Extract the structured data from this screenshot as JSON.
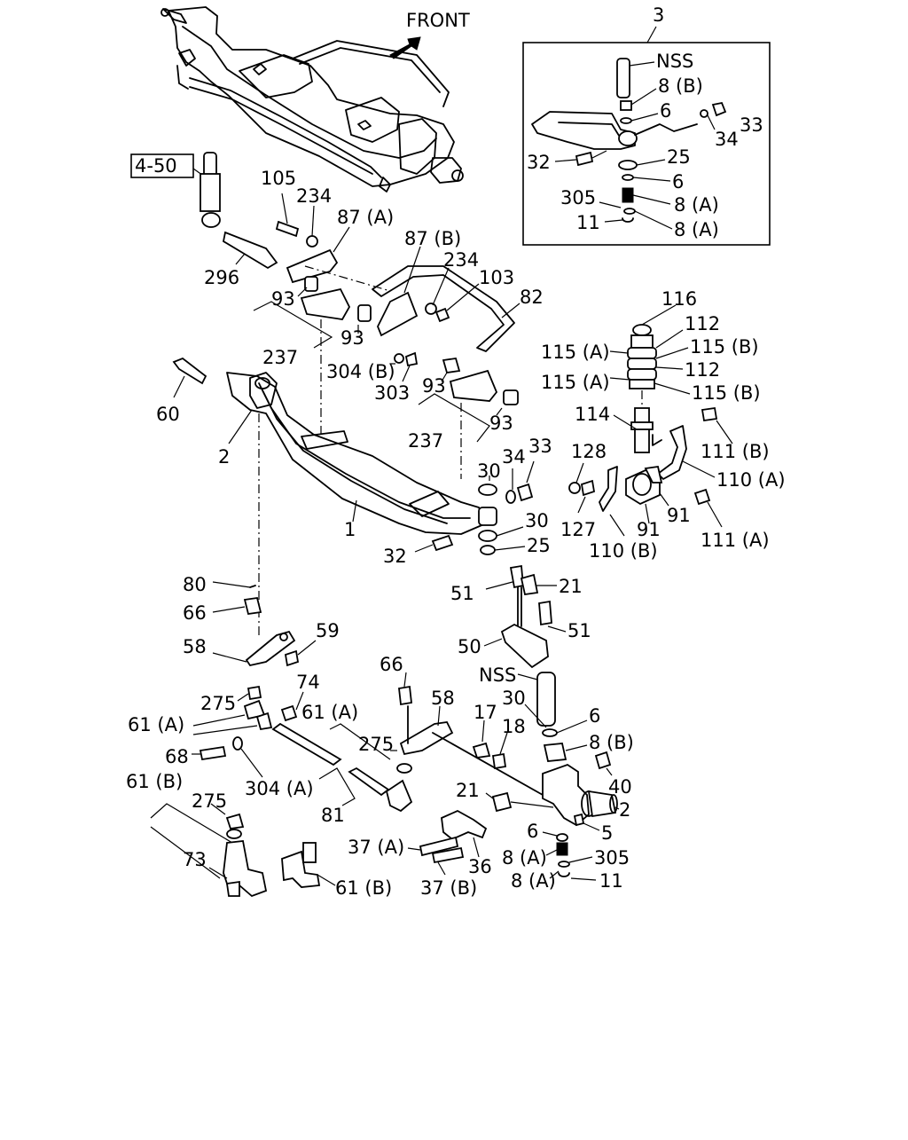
{
  "labels": {
    "front": "FRONT",
    "ref_4_50": "4-50",
    "l3": "3",
    "nss_a": "NSS",
    "l8b_a": "8 (B)",
    "l6_a": "6",
    "l33_a": "33",
    "l34_a": "34",
    "l32_a": "32",
    "l25_a": "25",
    "l6_b": "6",
    "l305_a": "305",
    "l8a_a": "8 (A)",
    "l11_a": "11",
    "l8a_b": "8 (A)",
    "l105": "105",
    "l234_a": "234",
    "l87a": "87 (A)",
    "l87b": "87 (B)",
    "l234_b": "234",
    "l103": "103",
    "l82": "82",
    "l296": "296",
    "l93_a": "93",
    "l93_b": "93",
    "l237_a": "237",
    "l304b": "304 (B)",
    "l303": "303",
    "l116": "116",
    "l112_a": "112",
    "l115a_a": "115 (A)",
    "l115b_a": "115 (B)",
    "l112_b": "112",
    "l115a_b": "115 (A)",
    "l115b_b": "115 (B)",
    "l60": "60",
    "l93_c": "93",
    "l93_d": "93",
    "l237_b": "237",
    "l2_a": "2",
    "l114": "114",
    "l111b": "111 (B)",
    "l128": "128",
    "l110a": "110 (A)",
    "l30_a": "30",
    "l34_b": "34",
    "l33_b": "33",
    "l1": "1",
    "l127": "127",
    "l91_a": "91",
    "l91_b": "91",
    "l111a": "111 (A)",
    "l30_b": "30",
    "l25_b": "25",
    "l32_b": "32",
    "l110b": "110 (B)",
    "l80": "80",
    "l21_a": "21",
    "l51_a": "51",
    "l66_a": "66",
    "l51_b": "51",
    "l59": "59",
    "l58_a": "58",
    "l50": "50",
    "l66_b": "66",
    "nss_b": "NSS",
    "l74": "74",
    "l275_a": "275",
    "l58_b": "58",
    "l30_c": "30",
    "l61a_a": "61 (A)",
    "l61a_b": "61 (A)",
    "l17": "17",
    "l18": "18",
    "l6_c": "6",
    "l275_b": "275",
    "l68": "68",
    "l8b_b": "8 (B)",
    "l304a": "304 (A)",
    "l40": "40",
    "l61b_a": "61 (B)",
    "l21_b": "21",
    "l2_b": "2",
    "l275_c": "275",
    "l81": "81",
    "l5": "5",
    "l6_d": "6",
    "l37a": "37 (A)",
    "l8a_c": "8 (A)",
    "l305_b": "305",
    "l73": "73",
    "l36": "36",
    "l61b_b": "61 (B)",
    "l37b": "37 (B)",
    "l8a_d": "8 (A)",
    "l11_b": "11"
  },
  "icons": {
    "front_arrow": "front-arrow-icon"
  }
}
